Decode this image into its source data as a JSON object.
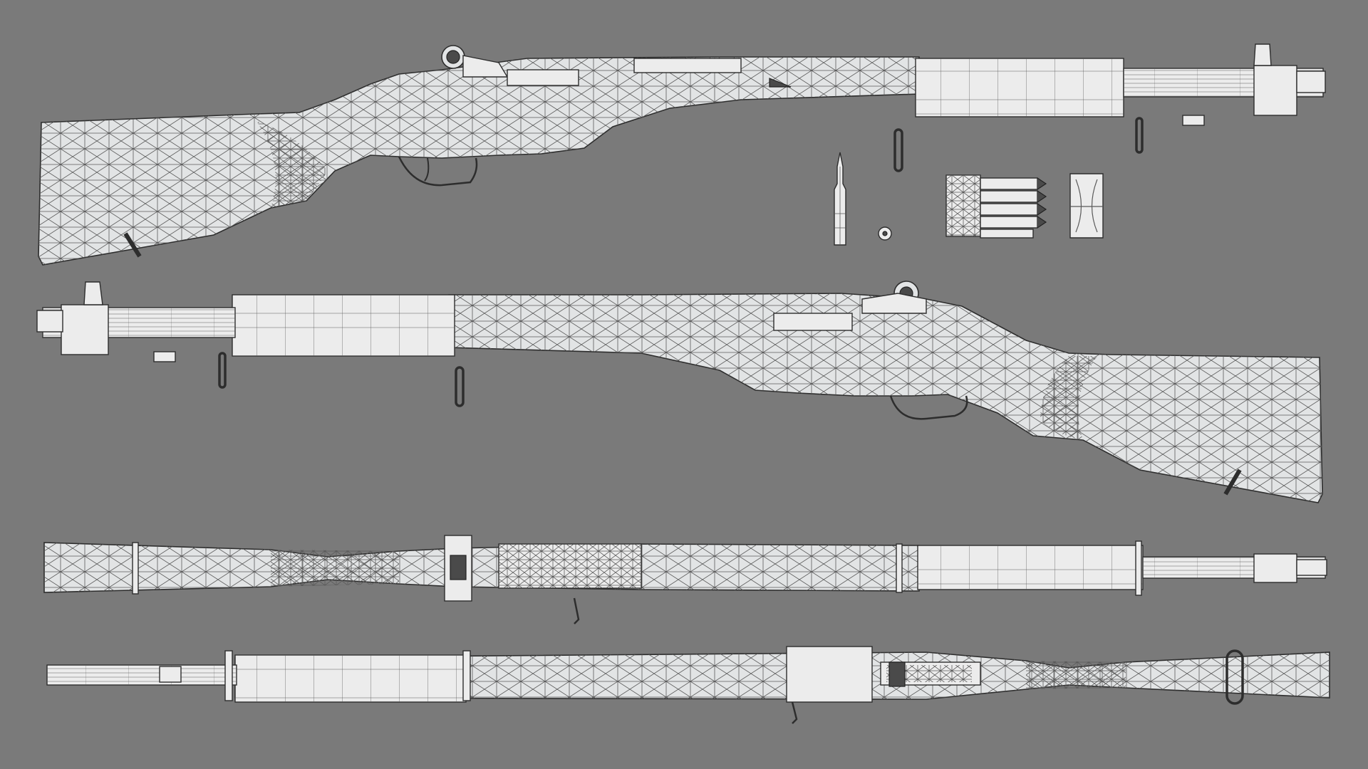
{
  "scene": {
    "background_color": "#7a7a7a",
    "model_fill_color": "#e2e4e5",
    "wire_color": "#5a5a5a",
    "views": [
      "rifle-left-side",
      "rifle-right-side",
      "rifle-top",
      "rifle-bottom"
    ],
    "accessories": [
      "cartridge",
      "cartridge-base",
      "clip-loaded",
      "clip-empty"
    ]
  }
}
